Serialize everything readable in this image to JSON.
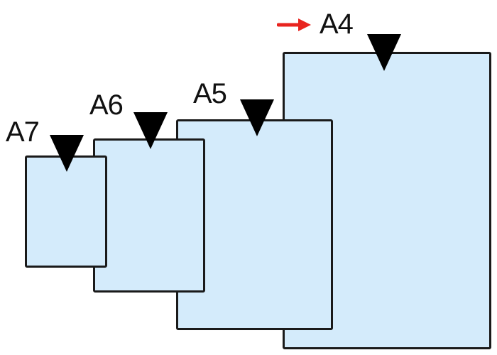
{
  "sheets": [
    {
      "id": "a4",
      "label": "A4"
    },
    {
      "id": "a5",
      "label": "A5"
    },
    {
      "id": "a6",
      "label": "A6"
    },
    {
      "id": "a7",
      "label": "A7"
    }
  ],
  "colors": {
    "sheet_fill": "#d4ebfb",
    "sheet_border": "#1a1a1a",
    "marker": "#000000",
    "pointer": "#e8241f",
    "text": "#111111"
  },
  "icons": {
    "pointer": "red-right-arrow-icon",
    "marker": "down-triangle-icon"
  }
}
